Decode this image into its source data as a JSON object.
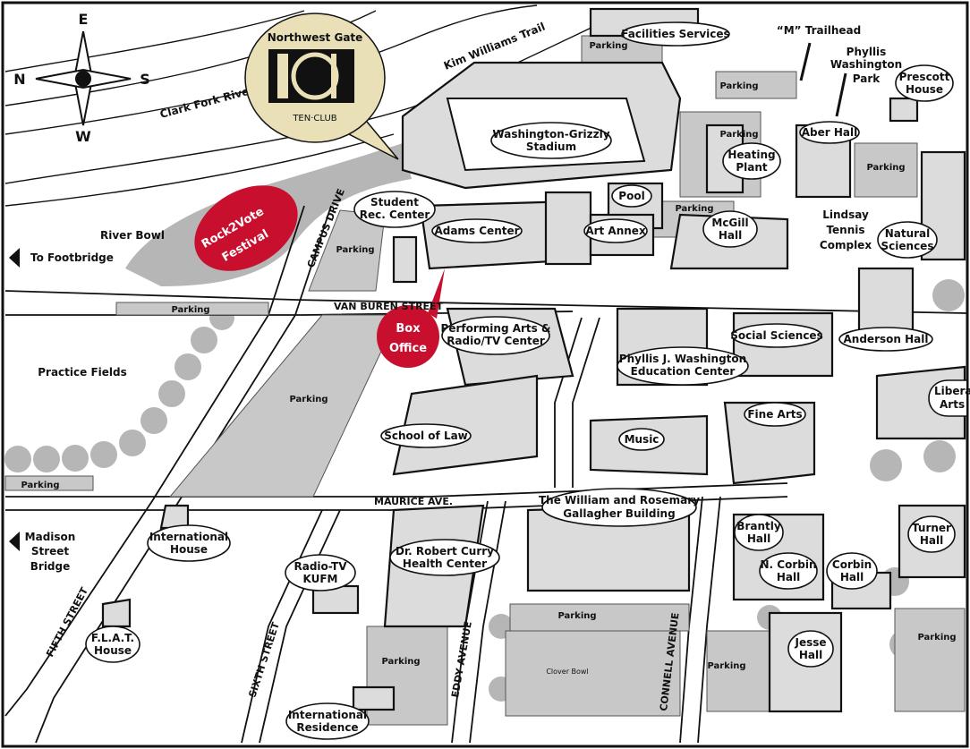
{
  "map": {
    "compass": {
      "n": "N",
      "s": "S",
      "e": "E",
      "w": "W"
    },
    "river_label": "Clark Fork River",
    "trail_label": "Kim Williams Trail",
    "trailhead_label": "“M” Trailhead",
    "logo": {
      "caption": "Northwest Gate",
      "mark": "TEN·CLUB"
    },
    "festival": {
      "line1": "Rock2Vote",
      "line2": "Festival"
    },
    "box_office": {
      "line1": "Box",
      "line2": "Office"
    },
    "nav_arrows": {
      "footbridge": "To Footbridge",
      "madison_line1": "Madison",
      "madison_line2": "Street",
      "madison_line3": "Bridge"
    },
    "streets": {
      "campus_drive": "CAMPUS DRIVE",
      "van_buren": "VAN BUREN STREET",
      "maurice": "MAURICE AVE.",
      "fifth": "FIFTH STREET",
      "sixth": "SIXTH STREET",
      "eddy": "EDDY AVENUE",
      "connell": "CONNELL AVENUE"
    },
    "areas": {
      "river_bowl": "River Bowl",
      "practice_fields": "Practice Fields",
      "parking": "Parking",
      "clover_bowl": "Clover Bowl"
    },
    "buildings": {
      "facilities": "Facilities Services",
      "phyllis_park_1": "Phyllis",
      "phyllis_park_2": "Washington",
      "phyllis_park_3": "Park",
      "prescott_1": "Prescott",
      "prescott_2": "House",
      "stadium_1": "Washington-Grizzly",
      "stadium_2": "Stadium",
      "aber": "Aber Hall",
      "heating_1": "Heating",
      "heating_2": "Plant",
      "student_rec_1": "Student",
      "student_rec_2": "Rec. Center",
      "adams": "Adams Center",
      "pool": "Pool",
      "art_annex": "Art Annex",
      "mcgill_1": "McGill",
      "mcgill_2": "Hall",
      "lindsay_1": "Lindsay",
      "lindsay_2": "Tennis",
      "lindsay_3": "Complex",
      "natural_1": "Natural",
      "natural_2": "Sciences",
      "performing_1": "Performing Arts &",
      "performing_2": "Radio/TV Center",
      "social": "Social Sciences",
      "anderson": "Anderson Hall",
      "education_1": "Phyllis J. Washington",
      "education_2": "Education Center",
      "liberal_1": "Libera",
      "liberal_2": "Arts",
      "fine_arts": "Fine Arts",
      "law": "School of Law",
      "music": "Music",
      "gallagher_1": "The William and Rosemary",
      "gallagher_2": "Gallagher Building",
      "brantly_1": "Brantly",
      "brantly_2": "Hall",
      "turner_1": "Turner",
      "turner_2": "Hall",
      "international_1": "International",
      "international_2": "House",
      "radio_1": "Radio-TV",
      "radio_2": "KUFM",
      "curry_1": "Dr. Robert Curry",
      "curry_2": "Health Center",
      "ncorbin_1": "N. Corbin",
      "ncorbin_2": "Hall",
      "corbin_1": "Corbin",
      "corbin_2": "Hall",
      "flat_1": "F.L.A.T.",
      "flat_2": "House",
      "jesse_1": "Jesse",
      "jesse_2": "Hall",
      "intl_res_1": "International",
      "intl_res_2": "Residence"
    },
    "colors": {
      "highlight": "#c8102e",
      "callout": "#e9e0b8",
      "building": "#dcdcdc",
      "parking": "#c8c8c8",
      "tree": "#b6b6b6"
    }
  }
}
